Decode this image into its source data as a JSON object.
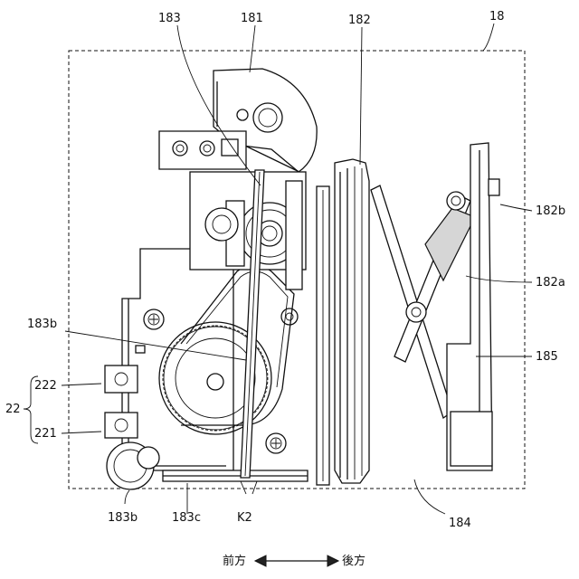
{
  "labels": {
    "frame": "18",
    "cam": "181",
    "plate": "182",
    "link_arm": "182a",
    "link_end": "182b",
    "lever": "183",
    "lever_b": "183b",
    "roller_b": "183b",
    "bar_c": "183c",
    "part_184": "184",
    "part_185": "185",
    "motor_group": "22",
    "part_222": "222",
    "part_221": "221",
    "k2": "K2"
  },
  "direction": {
    "front": "前方",
    "back": "後方"
  }
}
